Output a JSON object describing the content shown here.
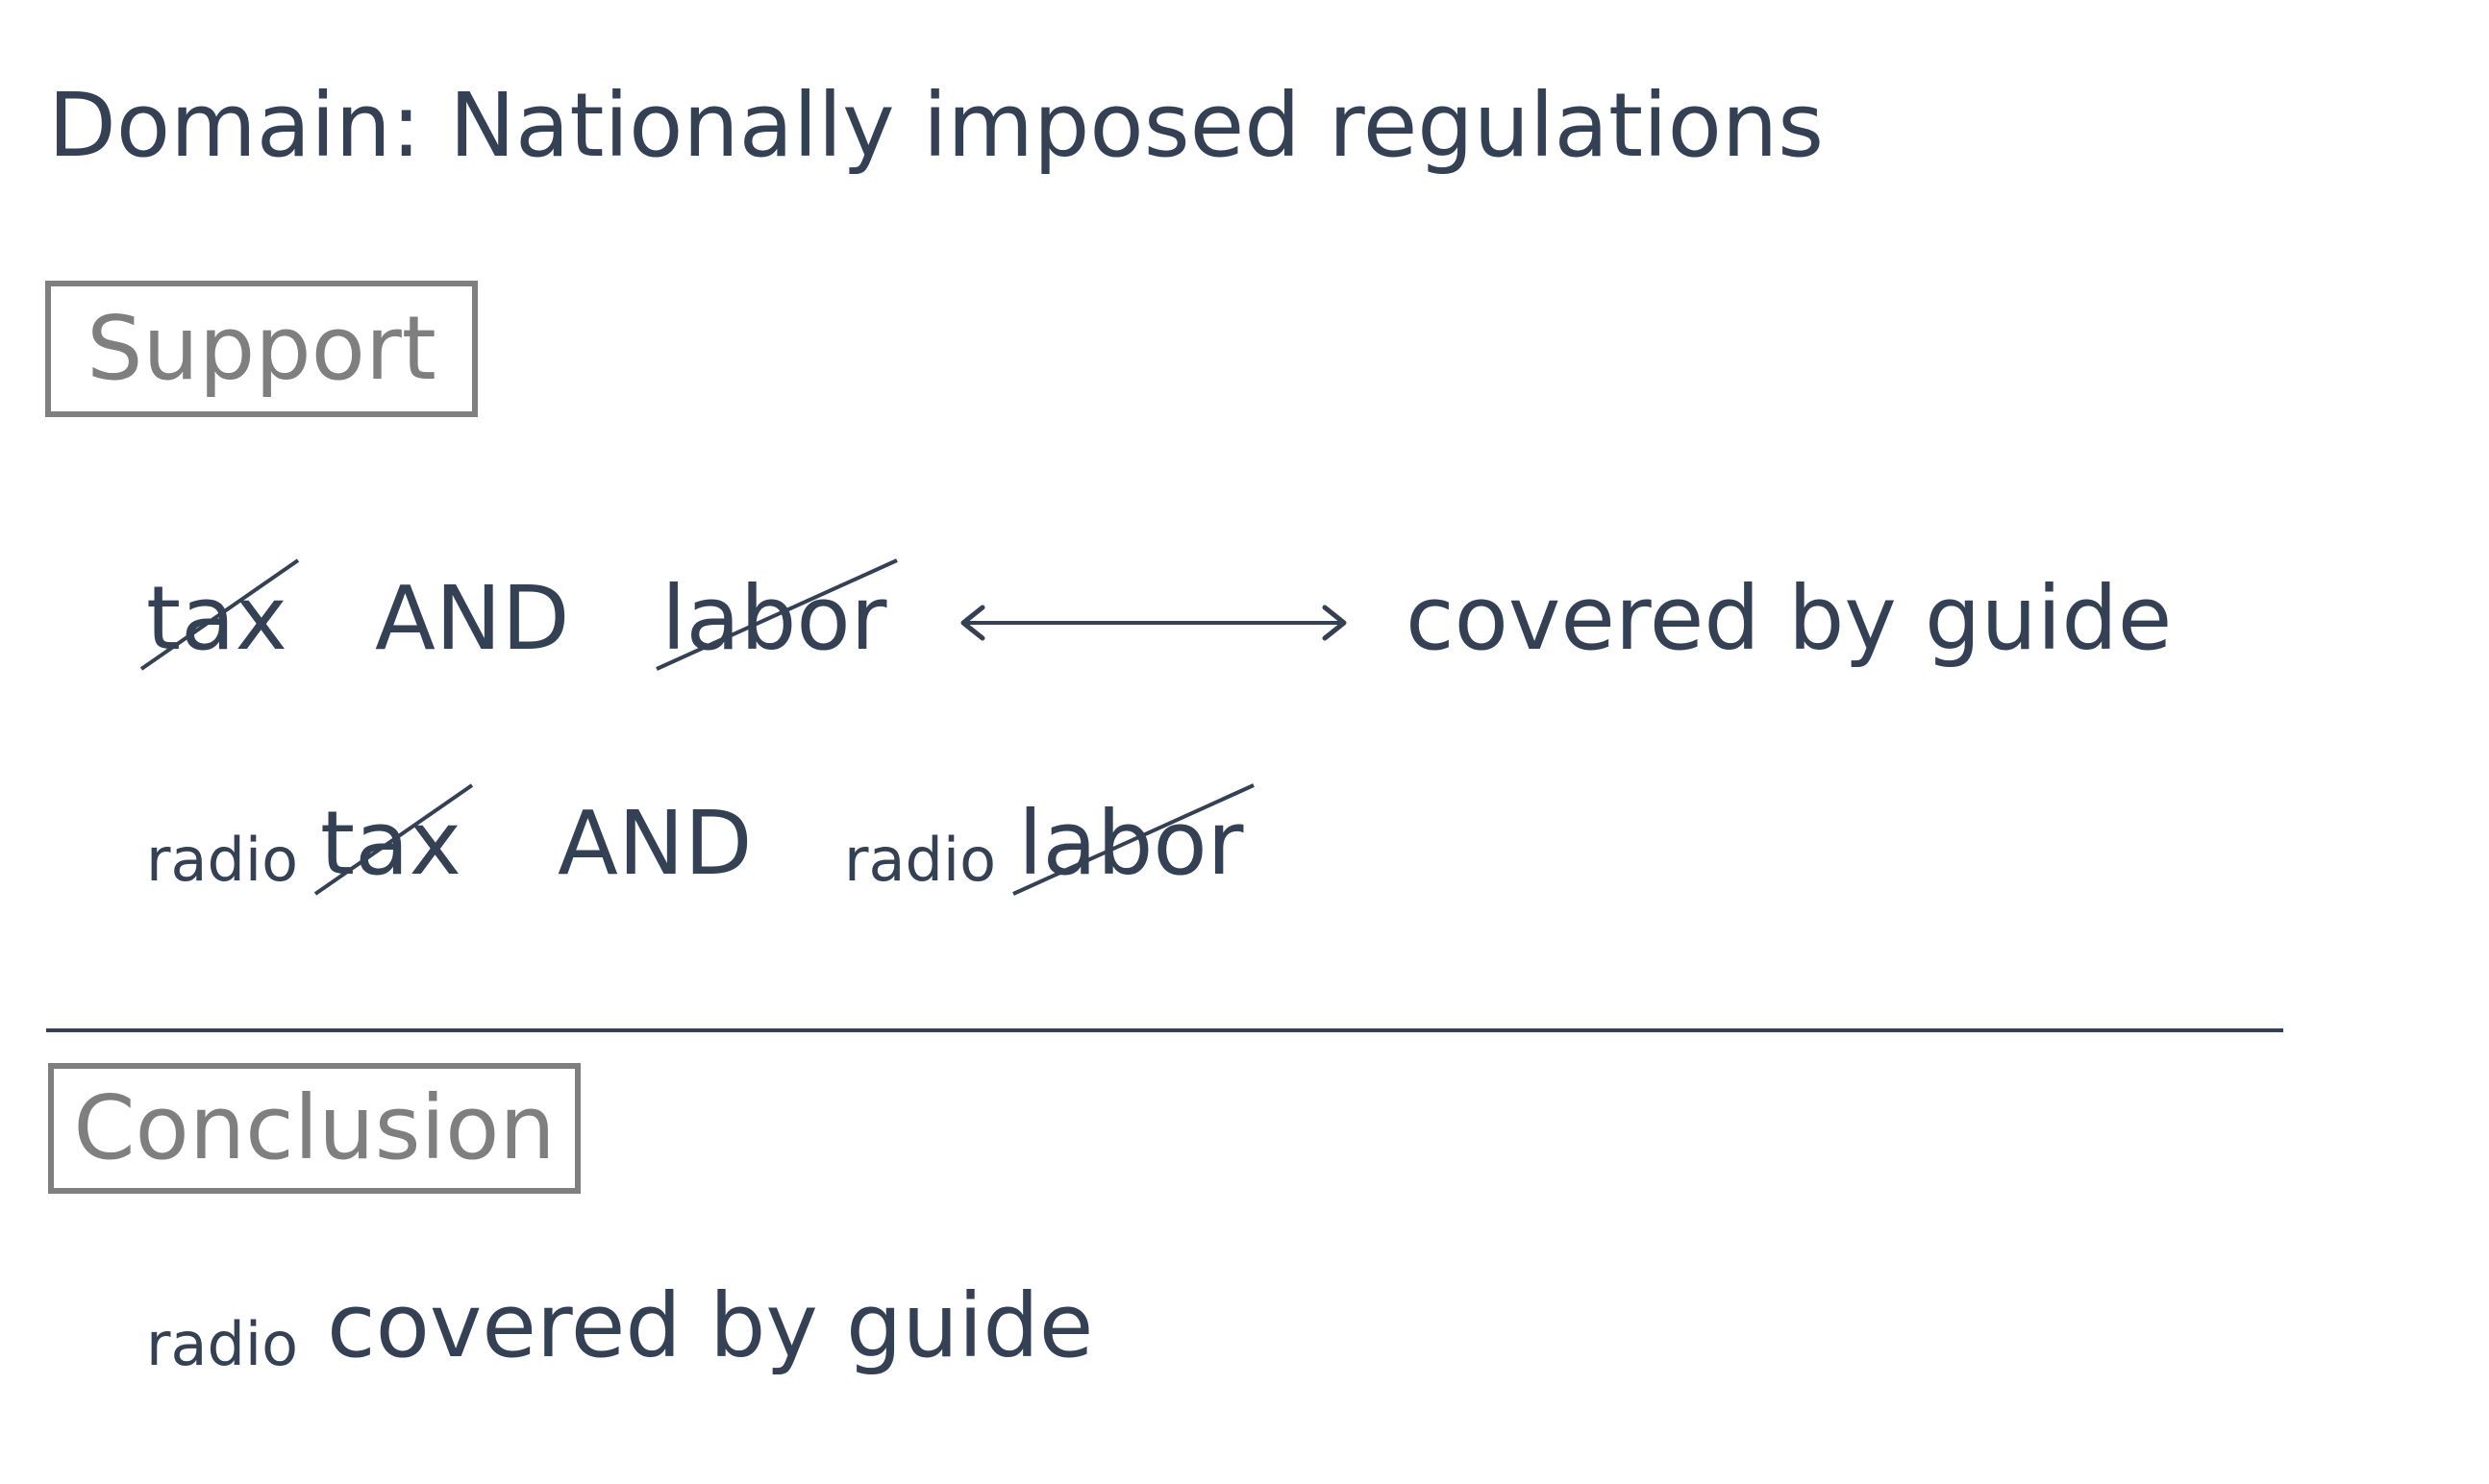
{
  "domain": "Domain: Nationally imposed regulations",
  "support": {
    "heading": "Support",
    "row1": {
      "left_term": "tax",
      "connective": "AND",
      "right_term": "labor",
      "relation": "biconditional-arrow",
      "result": "covered by guide"
    },
    "row2": {
      "left_modal": "radio",
      "left_term": "tax",
      "connective": "AND",
      "right_modal": "radio",
      "right_term": "labor"
    }
  },
  "conclusion": {
    "heading": "Conclusion",
    "modal": "radio",
    "statement": "covered by guide"
  },
  "colors": {
    "text": "#344054",
    "box": "#7f7f7f"
  }
}
